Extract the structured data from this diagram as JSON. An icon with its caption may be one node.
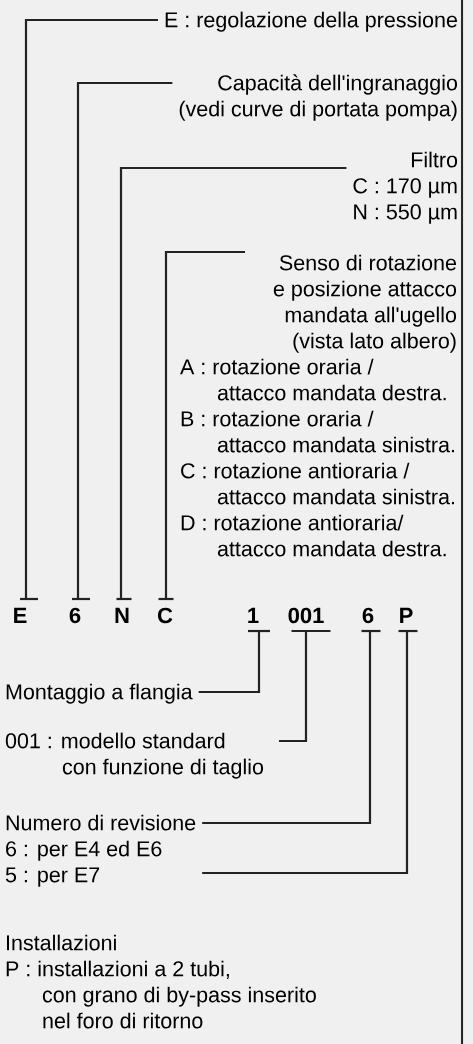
{
  "diagram": {
    "nodes": [
      {
        "text": [
          "E : regolazione della pressione"
        ]
      },
      {
        "text": [
          "Capacità dell'ingranaggio",
          "(vedi curve di portata pompa)"
        ]
      },
      {
        "text": [
          "Filtro",
          "C : 170 µm",
          "N : 550 µm"
        ]
      },
      {
        "text": [
          "Senso di rotazione e posizione attacco mandata all'ugello (vista lato albero)",
          "A : rotazione oraria / attacco mandata destra.",
          "B : rotazione oraria / attacco mandata sinistra.",
          "C : rotazione antioraria / attacco mandata sinistra.",
          "D : rotazione antioraria/ attacco mandata destra."
        ]
      },
      {
        "text": [
          "E"
        ]
      },
      {
        "text": [
          "6"
        ]
      },
      {
        "text": [
          "N"
        ]
      },
      {
        "text": [
          "C"
        ]
      },
      {
        "text": [
          "1"
        ]
      },
      {
        "text": [
          "001"
        ]
      },
      {
        "text": [
          "6"
        ]
      },
      {
        "text": [
          "P"
        ]
      },
      {
        "text": [
          "Montaggio a flangia"
        ]
      },
      {
        "text": [
          "001 : modello standard con funzione di taglio"
        ]
      },
      {
        "text": [
          "Numero di revisione",
          "6 : per E4 ed E6",
          "5 : per E7"
        ]
      }
    ],
    "edges": [
      {
        "from": 0,
        "to": 4,
        "arrow": "none"
      },
      {
        "from": 1,
        "to": 5,
        "arrow": "none"
      },
      {
        "from": 2,
        "to": 6,
        "arrow": "none"
      },
      {
        "from": 3,
        "to": 7,
        "arrow": "none"
      },
      {
        "from": 12,
        "to": 8,
        "arrow": "none"
      },
      {
        "from": 13,
        "to": 9,
        "arrow": "none"
      },
      {
        "from": 14,
        "to": 10,
        "arrow": "none"
      },
      {
        "from": 14,
        "to": 11,
        "arrow": "none"
      }
    ],
    "labels": [
      "Installazioni",
      "P : installazioni a 2 tubi, con grano di by-pass inserito nel foro di ritorno"
    ]
  }
}
